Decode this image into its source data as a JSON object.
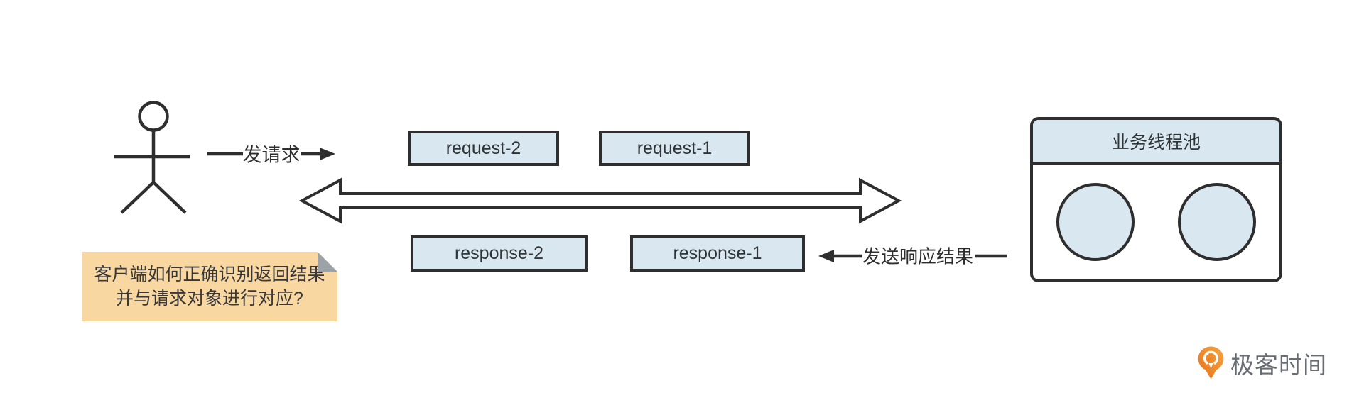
{
  "diagram": {
    "send_request_label": "发请求",
    "send_response_label": "发送响应结果",
    "request_boxes": [
      "request-2",
      "request-1"
    ],
    "response_boxes": [
      "response-2",
      "response-1"
    ],
    "thread_pool": {
      "title": "业务线程池",
      "thread_count": 2
    },
    "sticky_note": {
      "line1": "客户端如何正确识别返回结果",
      "line2": "并与请求对象进行对应?"
    },
    "logo_text": "极客时间"
  },
  "colors": {
    "stroke": "#2e2e2e",
    "box_fill": "#d9e8f0",
    "note_fill": "#f8d8a0",
    "note_fold": "#9ca3a8",
    "logo_orange_light": "#f5a43d",
    "logo_orange_dark": "#e8731c",
    "logo_text_color": "#686d73"
  }
}
